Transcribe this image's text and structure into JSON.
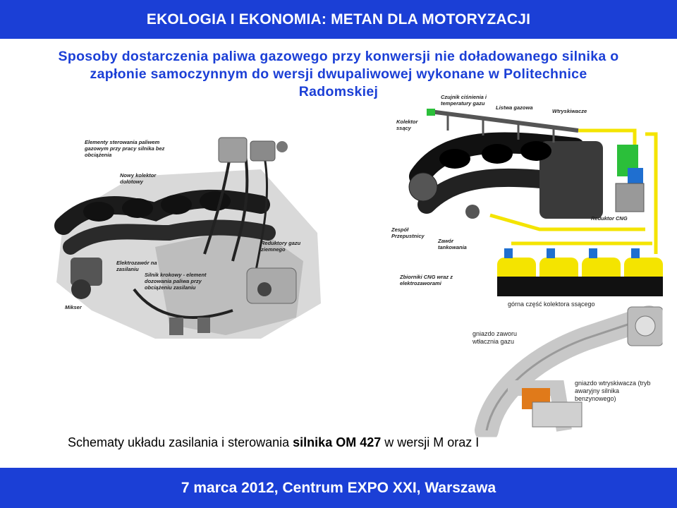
{
  "header": {
    "title": "EKOLOGIA I EKONOMIA: METAN DLA MOTORYZACJI"
  },
  "heading": {
    "line1": "Sposoby dostarczenia paliwa gazowego przy konwersji  nie doładowanego silnika o",
    "line2": "zapłonie samoczynnym do wersji dwupaliwowej  wykonane w Politechnice",
    "line3": "Radomskiej"
  },
  "left_figure": {
    "labels": {
      "elements": "Elementy sterowania paliwem gazowym przy pracy silnika bez obciążenia",
      "new_manifold": "Nowy kolektor dolotowy",
      "reducers": "Reduktory gazu ziemnego",
      "solenoid": "Elektrozawór na zasilaniu",
      "stepper": "Silnik krokowy - element dozowania paliwa przy obciążeniu zasilaniu",
      "mixer": "Mikser"
    }
  },
  "right_figure": {
    "labels": {
      "sensor": "Czujnik ciśnienia i temperatury gazu",
      "rail": "Listwa gazowa",
      "injectors": "Wtryskiwacze",
      "manifold": "Kolektor ssący",
      "reducer_cng": "Reduktor CNG",
      "throttle": "Zespół Przepustnicy",
      "valve": "Zawór tankowania",
      "tanks": "Zbiorniki CNG wraz z elektrozaworami"
    }
  },
  "bottom_figure": {
    "labels": {
      "upper_part": "górna część kolektora ssącego",
      "valve_socket": "gniazdo zaworu wtłacznia gazu",
      "injector_socket": "gniazdo wtryskiwacza (tryb awaryjny silnika benzynowego)"
    }
  },
  "caption": {
    "text_a": "Schematy układu zasilania i sterowania ",
    "text_b": "silnika OM 427",
    "text_c": " w wersji M oraz I"
  },
  "footer": {
    "text": "7 marca 2012, Centrum EXPO XXI, Warszawa"
  },
  "colors": {
    "brand": "#1b3fd6",
    "tank_yellow": "#f4e400",
    "valve_blue": "#1f6fd0"
  }
}
